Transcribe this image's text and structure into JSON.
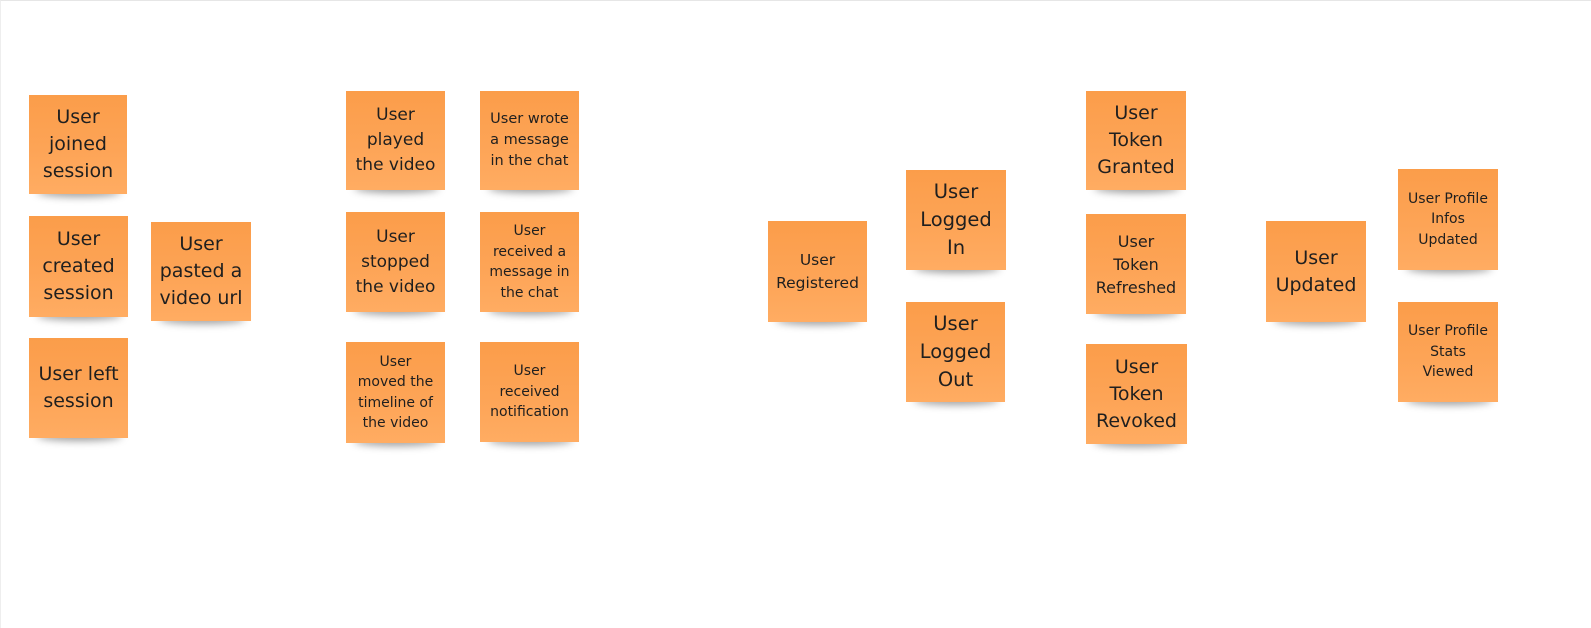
{
  "board": {
    "note_color": "#fda456",
    "groups": [
      {
        "notes": [
          {
            "text": "User joined session"
          },
          {
            "text": "User created session"
          },
          {
            "text": "User left session"
          },
          {
            "text": "User pasted a video url"
          }
        ]
      },
      {
        "notes": [
          {
            "text": "User played the video"
          },
          {
            "text": "User stopped the video"
          },
          {
            "text": "User moved the timeline of the video"
          },
          {
            "text": "User wrote a message in the chat"
          },
          {
            "text": "User received a message  in the chat"
          },
          {
            "text": "User received notification"
          }
        ]
      },
      {
        "notes": [
          {
            "text": "User Registered"
          },
          {
            "text": "User Logged In"
          },
          {
            "text": "User Logged Out"
          },
          {
            "text": "User Token Granted"
          },
          {
            "text": "User Token Refreshed"
          },
          {
            "text": "User Token Revoked"
          }
        ]
      },
      {
        "notes": [
          {
            "text": "User Updated"
          },
          {
            "text": "User Profile Infos Updated"
          },
          {
            "text": "User Profile Stats Viewed"
          }
        ]
      }
    ]
  }
}
